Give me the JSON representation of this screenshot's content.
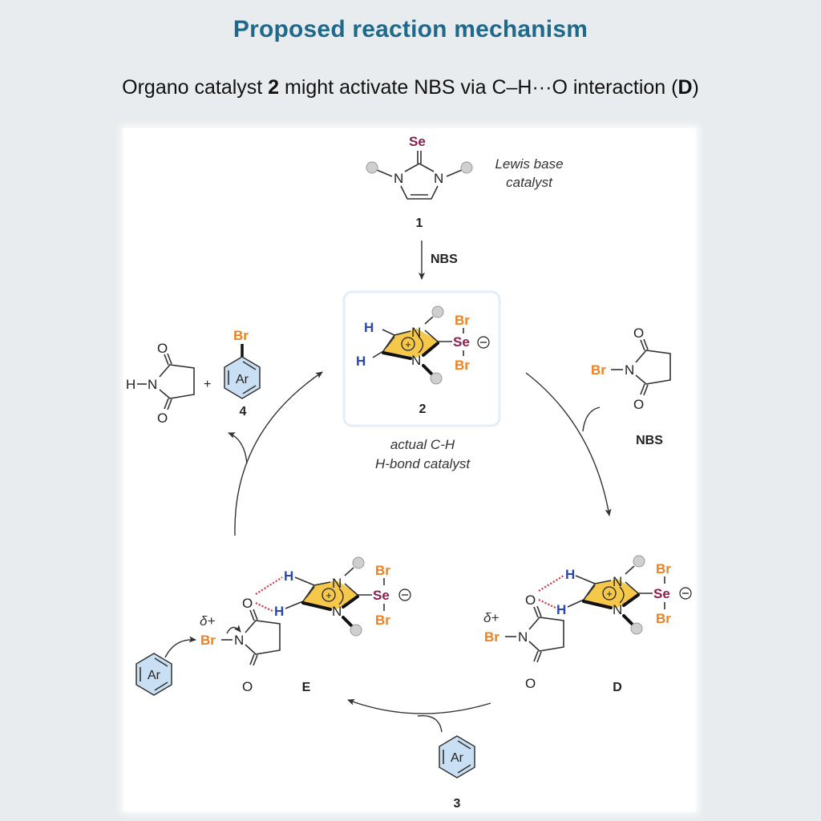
{
  "header": {
    "title": "Proposed reaction mechanism",
    "subtitle_parts": [
      "Organo catalyst ",
      "2",
      " might activate NBS via C–H···O interaction (",
      "D",
      ")"
    ]
  },
  "colors": {
    "title": "#1f6a8c",
    "bromine": "#f08020",
    "selenium": "#8c1e4e",
    "hydrogen": "#2a48b0",
    "hbond": "#e03040",
    "imidazolium_ring": "#f5c84a",
    "arene": "#c9dff3"
  },
  "compound1": {
    "label": "1",
    "se": "Se",
    "n_left": "N",
    "n_right": "N",
    "caption_line1": "Lewis base",
    "caption_line2": "catalyst"
  },
  "step1": {
    "reagent": "NBS"
  },
  "compound2": {
    "label": "2",
    "h_top": "H",
    "h_bottom": "H",
    "n_top": "N",
    "n_bottom": "N",
    "se": "Se",
    "br_top": "Br",
    "br_bottom": "Br",
    "plus": "+",
    "minus": "−",
    "caption_line1": "actual C-H",
    "caption_line2": "H-bond catalyst"
  },
  "products": {
    "succinimide_h": "H",
    "succinimide_n": "N",
    "o_top": "O",
    "o_bottom": "O",
    "plus": "+",
    "br": "Br",
    "ar": "Ar",
    "label": "4"
  },
  "nbs": {
    "br": "Br",
    "n": "N",
    "o_top": "O",
    "o_bottom": "O",
    "label": "NBS"
  },
  "intermediateD": {
    "label": "D",
    "delta": "δ+",
    "br": "Br",
    "n": "N",
    "o_top": "O",
    "o_bottom": "O",
    "h_top": "H",
    "h_bottom": "H",
    "n_top": "N",
    "n_bottom": "N",
    "se": "Se",
    "br_top": "Br",
    "br_bottom": "Br"
  },
  "intermediateE": {
    "label": "E",
    "delta": "δ+",
    "br": "Br",
    "n": "N",
    "o_top": "O",
    "o_bottom": "O",
    "h_top": "H",
    "h_bottom": "H",
    "n_top": "N",
    "n_bottom": "N",
    "se": "Se",
    "br_top": "Br",
    "br_bottom": "Br",
    "arene": "Ar"
  },
  "compound3": {
    "ar": "Ar",
    "label": "3"
  }
}
